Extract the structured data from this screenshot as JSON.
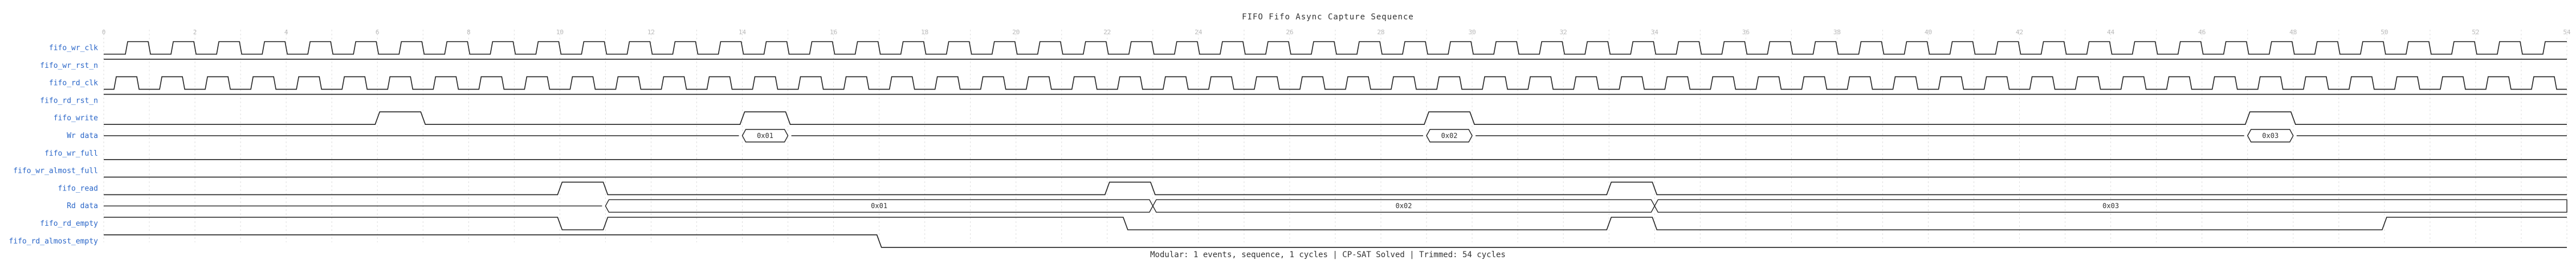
{
  "diagram": {
    "title": "FIFO Fifo Async Capture Sequence",
    "footer": "Modular: 1 events, sequence, 1 cycles | CP-SAT Solved | Trimmed: 54 cycles",
    "time_range": [
      0,
      54
    ],
    "time_ticks": [
      0,
      1,
      2,
      3,
      4,
      5,
      6,
      7,
      8,
      9,
      10,
      11,
      12,
      13,
      14,
      15,
      16,
      17,
      18,
      19,
      20,
      21,
      22,
      23,
      24,
      25,
      26,
      27,
      28,
      29,
      30,
      31,
      32,
      33,
      34,
      35,
      36,
      37,
      38,
      39,
      40,
      41,
      42,
      43,
      44,
      45,
      46,
      47,
      48,
      49,
      50,
      51,
      52,
      53,
      54
    ],
    "time_tick_labels": [
      "0",
      "",
      "2",
      "",
      "4",
      "",
      "6",
      "",
      "8",
      "",
      "10",
      "",
      "12",
      "",
      "14",
      "",
      "16",
      "",
      "18",
      "",
      "20",
      "",
      "22",
      "",
      "24",
      "",
      "26",
      "",
      "28",
      "",
      "30",
      "",
      "32",
      "",
      "34",
      "",
      "36",
      "",
      "38",
      "",
      "40",
      "",
      "42",
      "",
      "44",
      "",
      "46",
      "",
      "48",
      "",
      "50",
      "",
      "52",
      "",
      "54"
    ],
    "colors": {
      "label": "#2a66c8",
      "wave": "#222222",
      "bus_wr_1": "#ffffc0",
      "bus_wr_2": "#ffffb0",
      "bus_wr_3": "#fbd9b3",
      "bus_rd_2": "#ffffc0",
      "bus_rd_3": "#fbd9b3"
    },
    "signals": [
      {
        "name": "fifo_wr_clk",
        "kind": "clock",
        "half_period": 0.5,
        "phase": 0
      },
      {
        "name": "fifo_wr_rst_n",
        "kind": "bit",
        "initial": 1,
        "transitions": []
      },
      {
        "name": "fifo_rd_clk",
        "kind": "clock",
        "half_period": 0.5,
        "phase": 0.25
      },
      {
        "name": "fifo_rd_rst_n",
        "kind": "bit",
        "initial": 1,
        "transitions": []
      },
      {
        "name": "fifo_write",
        "kind": "bit",
        "initial": 0,
        "transitions": [
          [
            6,
            1
          ],
          [
            7,
            0
          ],
          [
            14,
            1
          ],
          [
            15,
            0
          ],
          [
            29,
            1
          ],
          [
            30,
            0
          ],
          [
            47,
            1
          ],
          [
            48,
            0
          ]
        ]
      },
      {
        "name": "Wr data",
        "kind": "bus",
        "segments": [
          {
            "start": 0,
            "end": 14,
            "label": "",
            "color": ""
          },
          {
            "start": 14,
            "end": 15,
            "label": "0x01",
            "color": "#ffffff"
          },
          {
            "start": 15,
            "end": 29,
            "label": "",
            "color": ""
          },
          {
            "start": 29,
            "end": 30,
            "label": "0x02",
            "color": "#ffffb0"
          },
          {
            "start": 30,
            "end": 47,
            "label": "",
            "color": ""
          },
          {
            "start": 47,
            "end": 48,
            "label": "0x03",
            "color": "#fbd9b3"
          },
          {
            "start": 48,
            "end": 54,
            "label": "",
            "color": ""
          }
        ]
      },
      {
        "name": "fifo_wr_full",
        "kind": "bit",
        "initial": 0,
        "transitions": []
      },
      {
        "name": "fifo_wr_almost_full",
        "kind": "bit",
        "initial": 0,
        "transitions": []
      },
      {
        "name": "fifo_read",
        "kind": "bit",
        "initial": 0,
        "transitions": [
          [
            10,
            1
          ],
          [
            11,
            0
          ],
          [
            22,
            1
          ],
          [
            23,
            0
          ],
          [
            33,
            1
          ],
          [
            34,
            0
          ]
        ]
      },
      {
        "name": "Rd data",
        "kind": "bus",
        "segments": [
          {
            "start": 0,
            "end": 11,
            "label": "",
            "color": ""
          },
          {
            "start": 11,
            "end": 23,
            "label": "0x01",
            "color": "#ffffff"
          },
          {
            "start": 23,
            "end": 34,
            "label": "0x02",
            "color": "#ffffc0"
          },
          {
            "start": 34,
            "end": 54,
            "label": "0x03",
            "color": "#fbd9b3"
          }
        ]
      },
      {
        "name": "fifo_rd_empty",
        "kind": "bit",
        "initial": 1,
        "transitions": [
          [
            10,
            0
          ],
          [
            11,
            1
          ],
          [
            22.4,
            0
          ],
          [
            33,
            1
          ],
          [
            34,
            0
          ],
          [
            50,
            1
          ]
        ]
      },
      {
        "name": "fifo_rd_almost_empty",
        "kind": "bit",
        "initial": 1,
        "transitions": [
          [
            17,
            0
          ]
        ]
      }
    ]
  }
}
